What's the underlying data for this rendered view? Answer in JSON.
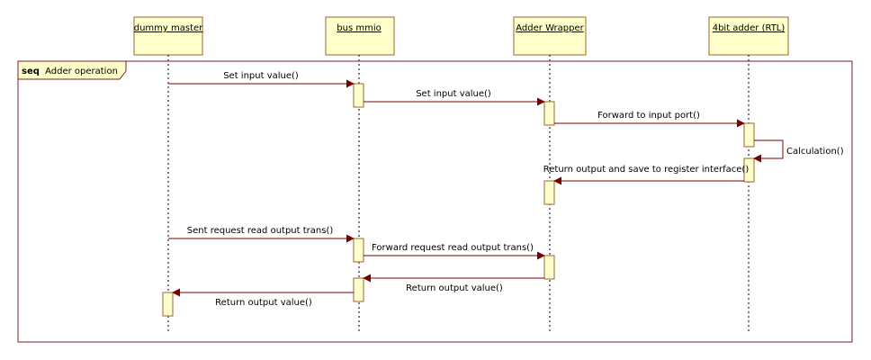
{
  "colors": {
    "box_fill": "#ffffcc",
    "box_stroke": "#996633",
    "arrow": "#7a0000",
    "frame": "#7a2020"
  },
  "lifelines": [
    {
      "id": "master",
      "name": "dummy master"
    },
    {
      "id": "bus",
      "name": "bus mmio"
    },
    {
      "id": "wrapper",
      "name": "Adder Wrapper"
    },
    {
      "id": "adder",
      "name": "4bit adder (RTL)"
    }
  ],
  "fragment": {
    "operator": "seq",
    "label": "Adder operation"
  },
  "messages": [
    {
      "from": "master",
      "to": "bus",
      "label": "Set input value()"
    },
    {
      "from": "bus",
      "to": "wrapper",
      "label": "Set input value()"
    },
    {
      "from": "wrapper",
      "to": "adder",
      "label": "Forward to input port()"
    },
    {
      "from": "adder",
      "to": "adder",
      "label": "Calculation()",
      "self": true
    },
    {
      "from": "adder",
      "to": "wrapper",
      "label": "Return output and save to register interface()"
    },
    {
      "from": "master",
      "to": "bus",
      "label": "Sent request read output trans()"
    },
    {
      "from": "bus",
      "to": "wrapper",
      "label": "Forward request read output trans()"
    },
    {
      "from": "wrapper",
      "to": "bus",
      "label": "Return output value()"
    },
    {
      "from": "bus",
      "to": "master",
      "label": "Return output value()"
    }
  ]
}
